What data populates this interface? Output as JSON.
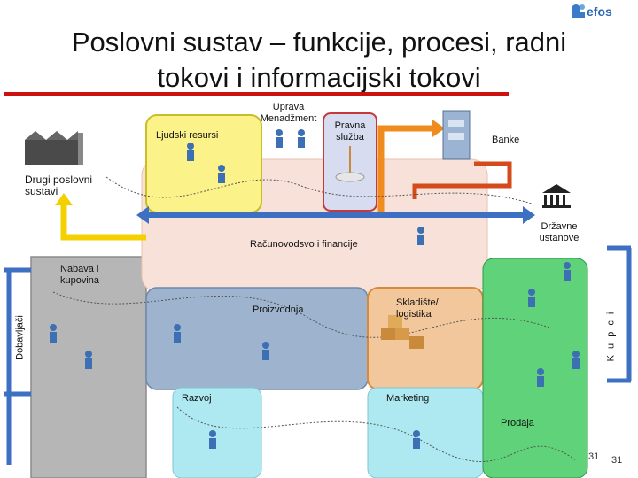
{
  "header": {
    "title": "Poslovni sustav – funkcije, procesi, radni tokovi i informacijski tokovi",
    "logo_text": "efos"
  },
  "labels": {
    "uprava": "Uprava Menadžment",
    "pravna": "Pravna služba",
    "ljudski": "Ljudski resursi",
    "banke": "Banke",
    "drugi": "Drugi poslovni sustavi",
    "drzavne": "Državne ustanove",
    "racunovodstvo": "Računovodsvo i financije",
    "nabava": "Nabava i kupovina",
    "proizvodnja": "Proizvodnja",
    "skladiste": "Skladište/ logistika",
    "razvoj": "Razvoj",
    "marketing": "Marketing",
    "prodaja": "Prodaja",
    "dobavljaci": "Dobavljači",
    "kupci": "K u p c i"
  },
  "page_numbers": [
    "31",
    "31"
  ],
  "colors": {
    "accent_red": "#cc1111",
    "hr_fill": "#fbf28a",
    "legal_fill": "#d8dcf0",
    "finance_fill": "#f7e1d8",
    "production_fill": "#9eb3ce",
    "warehouse_fill": "#f2c79b",
    "dev_fill": "#aee8f0",
    "sales_fill": "#5fd27a",
    "purchasing_fill": "#b6b6b6"
  }
}
